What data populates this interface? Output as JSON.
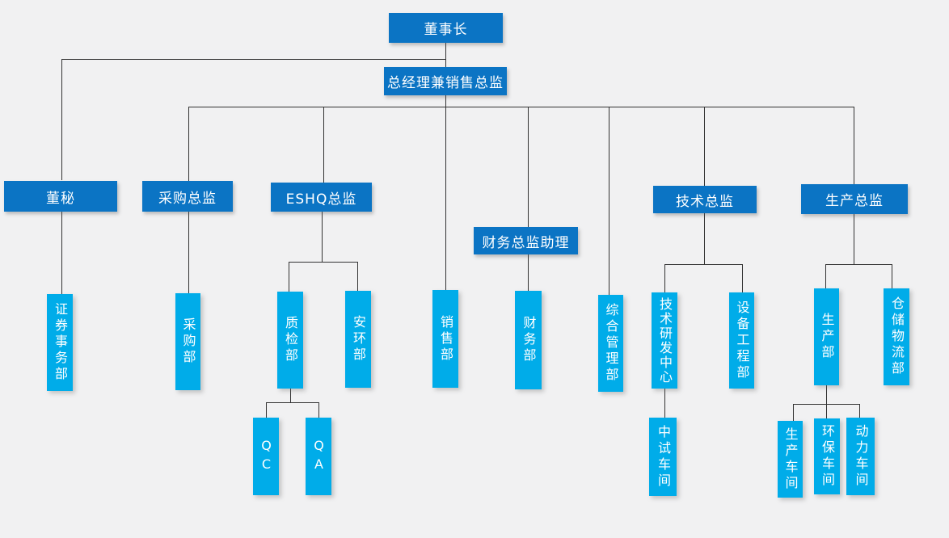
{
  "canvas": {
    "background": "#f1f1f2"
  },
  "palette": {
    "manager_box": "#0b74c4",
    "department_box": "#00ace9",
    "connector_line": "#333333",
    "label_text": "#ffffff"
  },
  "nodes": {
    "chairman": "董事长",
    "general_manager": "总经理兼销售总监",
    "board_secretary": "董秘",
    "procurement_director": "采购总监",
    "eshq_director": "ESHQ总监",
    "finance_director_assistant": "财务总监助理",
    "technology_director": "技术总监",
    "production_director": "生产总监",
    "securities_affairs_dept": "证券事务部",
    "procurement_dept": "采购部",
    "quality_inspection_dept": "质检部",
    "safety_environment_dept": "安环部",
    "sales_dept": "销售部",
    "finance_dept": "财务部",
    "general_admin_dept": "综合管理部",
    "tech_rd_center": "技术研发中心",
    "equipment_engineering_dept": "设备工程部",
    "production_dept": "生产部",
    "warehouse_logistics_dept": "仓储物流部",
    "qc_team": "QC",
    "qa_team": "QA",
    "pilot_workshop": "中试车间",
    "production_workshop": "生产车间",
    "environment_workshop": "环保车间",
    "power_workshop": "动力车间"
  },
  "hierarchy": [
    {
      "parent": "chairman",
      "children": [
        "general_manager",
        "board_secretary"
      ]
    },
    {
      "parent": "board_secretary",
      "children": [
        "securities_affairs_dept"
      ]
    },
    {
      "parent": "general_manager",
      "children": [
        "procurement_director",
        "eshq_director",
        "sales_dept",
        "finance_director_assistant",
        "general_admin_dept",
        "technology_director",
        "production_director"
      ]
    },
    {
      "parent": "procurement_director",
      "children": [
        "procurement_dept"
      ]
    },
    {
      "parent": "eshq_director",
      "children": [
        "quality_inspection_dept",
        "safety_environment_dept"
      ]
    },
    {
      "parent": "quality_inspection_dept",
      "children": [
        "qc_team",
        "qa_team"
      ]
    },
    {
      "parent": "finance_director_assistant",
      "children": [
        "finance_dept"
      ]
    },
    {
      "parent": "technology_director",
      "children": [
        "tech_rd_center",
        "equipment_engineering_dept"
      ]
    },
    {
      "parent": "tech_rd_center",
      "children": [
        "pilot_workshop"
      ]
    },
    {
      "parent": "production_director",
      "children": [
        "production_dept",
        "warehouse_logistics_dept"
      ]
    },
    {
      "parent": "production_dept",
      "children": [
        "production_workshop",
        "environment_workshop",
        "power_workshop"
      ]
    }
  ]
}
